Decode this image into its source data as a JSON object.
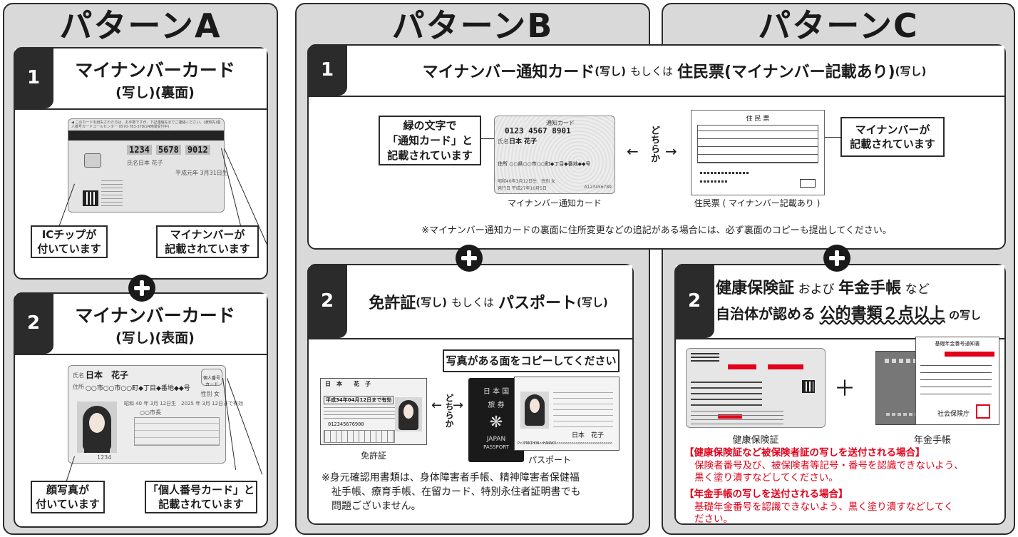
{
  "patternA": {
    "title": "パターンA",
    "step1": {
      "num": "1",
      "heading": "マイナンバーカード",
      "sub": "(写し)(裏面)",
      "card_notice": "◀ このカードを紛失された方は、お手数ですが、下記連絡先までご連絡ください。(通知先)個人番号カードコールセンター 0570-783-578(24時間受付中)",
      "card_number": [
        "1234",
        "5678",
        "9012"
      ],
      "card_name_label": "氏名",
      "card_name": "日本 花子",
      "card_date": "平成元年 3月31日生",
      "callout_ic": "ICチップが\n付いています",
      "callout_number": "マイナンバーが\n記載されています"
    },
    "step2": {
      "num": "2",
      "heading": "マイナンバーカード",
      "sub": "(写し)(表面)",
      "card_name_label": "氏名",
      "card_name": "日本　花子",
      "card_address_label": "住所",
      "card_address": "○○市○○市○○町◆丁目◆番地◆◆号",
      "card_badge": "個人番号\nカード",
      "card_sex": "性別 女",
      "card_birth": "昭和 40 年 3月 12日生　2025 年 3月 12日まで有効",
      "card_city": "○○市長",
      "card_footer_num": "1234",
      "callout_photo": "顔写真が\n付いています",
      "callout_label": "「個人番号カード」と\n記載されています"
    }
  },
  "patternB": {
    "title": "パターンB",
    "step1": {
      "num": "1",
      "heading_a": "マイナンバー通知カード",
      "heading_b": "(写し)",
      "heading_c": "もしくは",
      "heading_d": "住民票(マイナンバー記載あり)",
      "heading_e": "(写し)",
      "callout_green": "緑の文字で\n「通知カード」と\n記載されています",
      "notif_title": "通知カード",
      "notif_number": "0123 4567 8901",
      "notif_name_label": "氏名",
      "notif_name": "日本 花子",
      "notif_address": "住所 ○○県○○市○○町◆丁目◆番地◆◆号",
      "notif_birth": "昭和40年3月12日生　性別 女",
      "notif_issue": "発行日 平成27年10月5日",
      "notif_id": "A123456789",
      "notif_caption": "マイナンバー通知カード",
      "either": "どちらか",
      "jumin_title": "住 民 票",
      "jumin_caption": "住民票 ( マイナンバー記載あり )",
      "callout_mynumber": "マイナンバーが\n記載されています",
      "note": "※マイナンバー通知カードの裏面に住所変更などの追記がある場合には、必ず裏面のコピーも提出してください。"
    },
    "step2": {
      "num": "2",
      "heading_a": "免許証",
      "heading_b": "(写し)",
      "heading_c": "もしくは",
      "heading_d": "パスポート",
      "heading_e": "(写し)",
      "callout_copy": "写真がある面をコピーしてください",
      "license_name": "日　本　　花　子",
      "license_expiry": "平成34年04月12日まで有効",
      "license_number": "012345676900",
      "license_caption": "免許証",
      "either": "どちらか",
      "passport_country": "日 本 国",
      "passport_type": "旅 券",
      "passport_label": "JAPAN",
      "passport_sub": "PASSPORT",
      "passport_signature": "日本　花子",
      "passport_mrz": "P<JPNNIHON<<HANAKO<<<<<<<<<<<<<<<<<<<<<<<<<<",
      "passport_caption": "パスポート",
      "note": "※身元確認用書類は、身体障害者手帳、精神障害者保健福\n　祉手帳、療育手帳、在留カード、特別永住者証明書でも\n　問題ございません。"
    }
  },
  "patternC": {
    "title": "パターンC",
    "step2": {
      "num": "2",
      "heading_line1_a": "健康保険証",
      "heading_line1_b": "および",
      "heading_line1_c": "年金手帳",
      "heading_line1_d": "など",
      "heading_line2_a": "自治体が認める",
      "heading_line2_b": "公的書類２点以上",
      "heading_line2_c": "の写し",
      "insurance_caption": "健康保険証",
      "pension_caption": "年金手帳",
      "pension_notice_title": "基礎年金番号通知書",
      "pension_office": "社会保険庁",
      "plus_sign": "＋",
      "warn1_title": "【健康保険証など被保険者証の写しを送付される場合】",
      "warn1_body": "保険者番号及び、被保険者等記号・番号を認識できないよう、\n黒く塗り潰すなどしてください。",
      "warn2_title": "【年金手帳の写しを送付される場合】",
      "warn2_body": "基礎年金番号を認識できないよう、黒く塗り潰すなどしてく\nださい。"
    }
  },
  "colors": {
    "panel_bg": "#d9d9d9",
    "border": "#2b2b2b",
    "red": "#e2001a"
  }
}
